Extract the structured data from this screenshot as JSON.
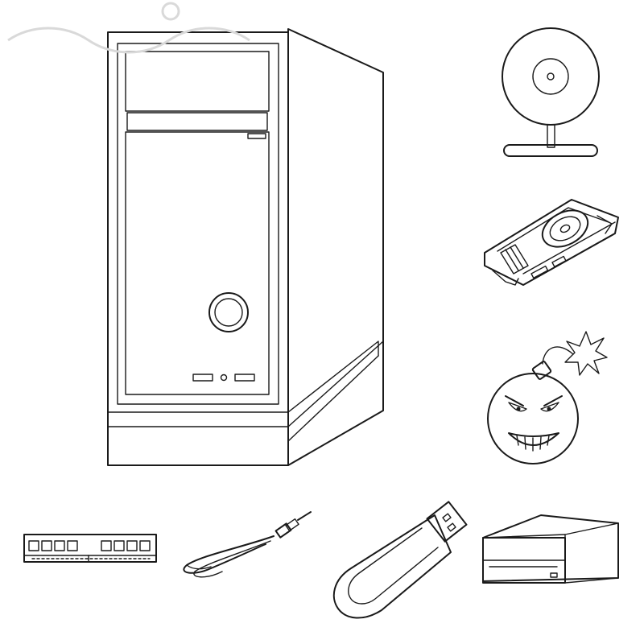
{
  "sheet": {
    "icons": [
      {
        "id": "system-unit",
        "icon": "computer-tower-icon"
      },
      {
        "id": "webcam",
        "icon": "webcam-icon"
      },
      {
        "id": "graphics-card",
        "icon": "graphics-card-icon"
      },
      {
        "id": "bomb",
        "icon": "angry-bomb-icon"
      },
      {
        "id": "ram",
        "icon": "ram-module-icon"
      },
      {
        "id": "audio-cable",
        "icon": "audio-cable-icon"
      },
      {
        "id": "usb-flash",
        "icon": "usb-flash-drive-icon"
      },
      {
        "id": "optical-drive",
        "icon": "optical-drive-icon"
      }
    ],
    "line_color": "#1a1a1a",
    "background": "#ffffff",
    "watermark_color": "#d9d9d9"
  }
}
